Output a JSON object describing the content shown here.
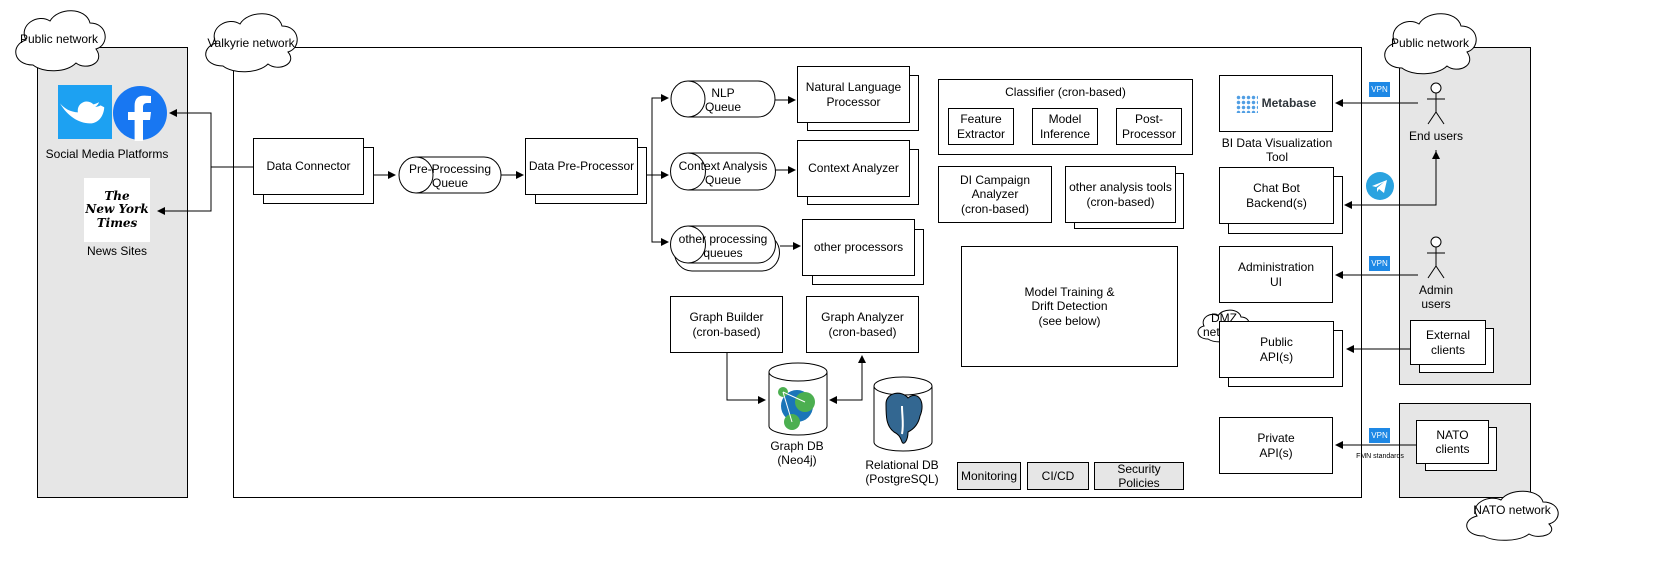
{
  "clouds": {
    "public_left": "Public network",
    "valkyrie": "Valkyrie network",
    "public_right": "Public network",
    "dmz": "DMZ\nnetwork",
    "nato": "NATO network"
  },
  "left_zone": {
    "social_label": "Social Media Platforms",
    "nyt_logo": "The\nNew York\nTimes",
    "news_label": "News Sites"
  },
  "pipeline": {
    "data_connector": "Data Connector",
    "preprocessing_queue": "Pre-Processing\nQueue",
    "data_preprocessor": "Data Pre-Processor",
    "nlp_queue": "NLP\nQueue",
    "nlp_processor": "Natural Language\nProcessor",
    "context_queue": "Context Analysis\nQueue",
    "context_analyzer": "Context Analyzer",
    "other_queues": "other processing\nqueues",
    "other_processors": "other processors",
    "graph_builder": "Graph Builder\n(cron-based)",
    "graph_analyzer": "Graph Analyzer\n(cron-based)",
    "graph_db": "Graph DB\n(Neo4j)",
    "relational_db": "Relational DB\n(PostgreSQL)"
  },
  "analysis": {
    "classifier_title": "Classifier (cron-based)",
    "feature_extractor": "Feature\nExtractor",
    "model_inference": "Model\nInference",
    "post_processor": "Post-\nProcessor",
    "di_campaign": "DI Campaign\nAnalyzer\n(cron-based)",
    "other_tools": "other analysis tools\n(cron-based)",
    "model_training": "Model Training &\nDrift Detection\n(see below)",
    "monitoring": "Monitoring",
    "cicd": "CI/CD",
    "security": "Security Policies"
  },
  "right_services": {
    "metabase_logo": "Metabase",
    "bi_tool": "BI Data Visualization\nTool",
    "chatbot": "Chat Bot\nBackend(s)",
    "admin_ui": "Administration\nUI",
    "public_api": "Public\nAPI(s)",
    "private_api": "Private\nAPI(s)"
  },
  "actors": {
    "end_users": "End users",
    "admin_users": "Admin\nusers",
    "external_clients": "External\nclients",
    "nato_clients": "NATO\nclients",
    "vpn": "VPN",
    "fmn": "FMN standards"
  },
  "colors": {
    "zone_grey": "#e6e6e6",
    "twitter_blue": "#1da1f2",
    "facebook_blue": "#1877f2",
    "vpn_blue": "#1e88e5",
    "telegram_blue": "#2aa3e0",
    "neo4j_green": "#4caf50",
    "postgres_blue": "#336791"
  }
}
